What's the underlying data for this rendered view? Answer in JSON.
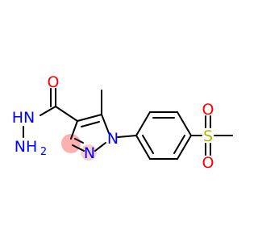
{
  "colors": {
    "bond": "#000000",
    "oxygen": "#ff0000",
    "nitrogen": "#0000ff",
    "sulfur": "#b2b200",
    "n1_highlight": "#fccfcf",
    "c3_highlight": "#fcb0b0"
  },
  "atoms": {
    "carbonyl_oxygen": "O",
    "hydrazide_nh": "HN",
    "hydrazide_nh2": "NH",
    "nh2_subscript": "2",
    "pyrazole_n1": "N",
    "pyrazole_n2": "N",
    "sulfonyl_s": "S",
    "sulfonyl_o_top": "O",
    "sulfonyl_o_bottom": "O"
  }
}
